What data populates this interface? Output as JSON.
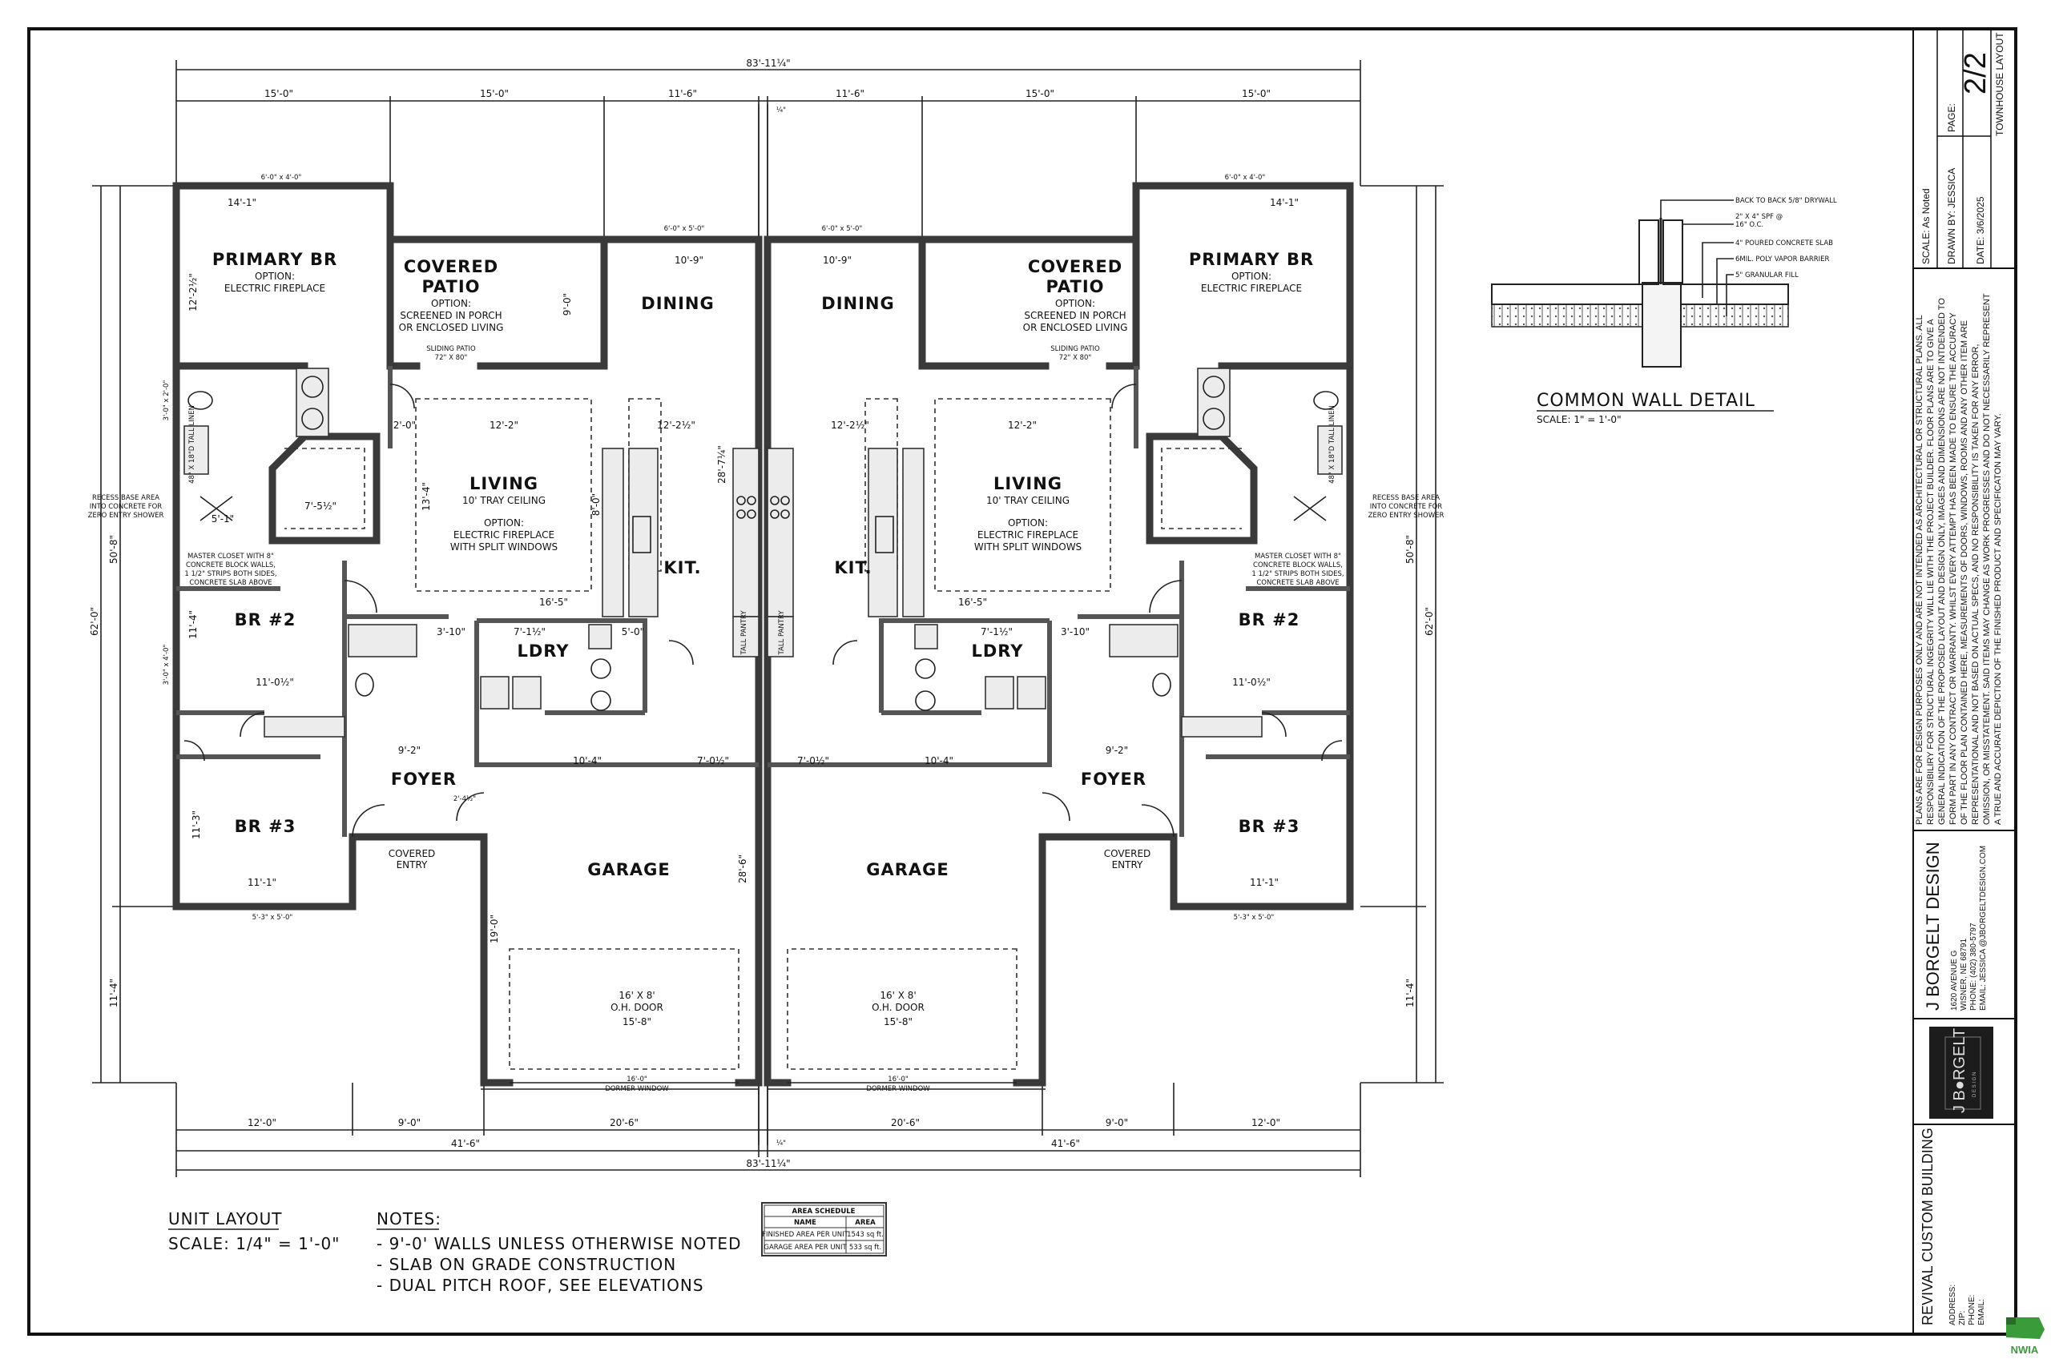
{
  "rooms": {
    "primary_br": "PRIMARY BR",
    "primary_br_option": "OPTION:",
    "primary_br_option_text": "ELECTRIC FIREPLACE",
    "covered_patio_1": "COVERED",
    "covered_patio_2": "PATIO",
    "patio_option": "OPTION:",
    "patio_option_1": "SCREENED IN PORCH",
    "patio_option_2": "OR ENCLOSED LIVING",
    "sliding_patio": "SLIDING PATIO",
    "sliding_patio_size": "72\" X 80\"",
    "dining": "DINING",
    "living": "LIVING",
    "living_ceiling": "10' TRAY CEILING",
    "living_option": "OPTION:",
    "living_option_1": "ELECTRIC FIREPLACE",
    "living_option_2": "WITH SPLIT WINDOWS",
    "kitchen": "KIT.",
    "tall_pantry": "TALL PANTRY",
    "br2": "BR #2",
    "laundry": "LDRY",
    "foyer": "FOYER",
    "br3": "BR #3",
    "covered_entry_1": "COVERED",
    "covered_entry_2": "ENTRY",
    "garage": "GARAGE",
    "oh_door_size": "16' X 8'",
    "oh_door": "O.H. DOOR",
    "oh_door_width": "15'-8\"",
    "dormer_size": "16'-0\"",
    "dormer": "DORMER WINDOW",
    "tall_linen": "48\" X 18\"D TALL LINEN"
  },
  "annotations": {
    "recess_1": "RECESS BASE AREA",
    "recess_2": "INTO CONCRETE FOR",
    "recess_3": "ZERO ENTRY SHOWER",
    "closet_1": "MASTER CLOSET WITH 8\"",
    "closet_2": "CONCRETE BLOCK WALLS,",
    "closet_3": "1 1/2\" STRIPS BOTH SIDES,",
    "closet_4": "CONCRETE SLAB ABOVE"
  },
  "dimensions": {
    "overall": "83'-11¼\"",
    "center": "¼\"",
    "top": [
      "15'-0\"",
      "15'-0\"",
      "11'-6\""
    ],
    "bottom": [
      "12'-0\"",
      "9'-0\"",
      "20'-6\""
    ],
    "half": "41'-6\"",
    "side_total": "62'-0\"",
    "side_main": "50'-8\"",
    "side_garage": "11'-4\"",
    "window_br": "6'-0\" x 4'-0\"",
    "window_dining": "6'-0\" x 5'-0\"",
    "window_bath": "3'-0\" x 2'-0\"",
    "window_br3": "5'-3\" x 5'-0\"",
    "window_side": "3'-0\" x 4'-0\"",
    "primary_w": "14'-1\"",
    "primary_d": "12'-2½\"",
    "patio_d": "9'-0\"",
    "dining_w": "10'-9\"",
    "living_w": "12'-2\"",
    "kit_w": "12'-2½\"",
    "hall": "2'-0\"",
    "depth": "28'-7¼\"",
    "living_d": "13'-4\"",
    "kit_d": "8'-0\"",
    "living_len": "16'-5\"",
    "closet_w": "7'-5½\"",
    "shower": "5'-1\"",
    "bath_hall": "3'-10\"",
    "ldry_w": "7'-1½\"",
    "ldry_d": "5'-0\"",
    "br2_w": "11'-0½\"",
    "br2_d": "11'-4\"",
    "foyer_w": "9'-2\"",
    "garage_w1": "10'-4\"",
    "garage_w2": "7'-0½\"",
    "garage_d": "28'-6\"",
    "garage_d2": "19'-0\"",
    "br3_d": "11'-3\"",
    "br3_w": "11'-1\"",
    "entry": "2'-4½\""
  },
  "unit_layout": {
    "title": "UNIT LAYOUT",
    "scale": "SCALE: 1/4\" = 1'-0\""
  },
  "notes": {
    "title": "NOTES:",
    "items": [
      "- 9'-0' WALLS UNLESS OTHERWISE NOTED",
      "- SLAB ON GRADE CONSTRUCTION",
      "- DUAL PITCH ROOF, SEE ELEVATIONS"
    ]
  },
  "area_schedule": {
    "title": "AREA SCHEDULE",
    "headers": [
      "NAME",
      "AREA"
    ],
    "rows": [
      [
        "FINISHED AREA PER UNIT",
        "1543 sq ft."
      ],
      [
        "GARAGE AREA PER UNIT",
        "533 sq ft."
      ]
    ]
  },
  "common_wall_detail": {
    "title": "COMMON WALL DETAIL",
    "scale": "SCALE: 1\" = 1'-0\"",
    "labels": [
      "BACK TO BACK 5/8\" DRYWALL",
      "2\" X 4\" SPF @",
      "16\" O.C.",
      "4\" POURED CONCRETE SLAB",
      "6MIL. POLY VAPOR BARRIER",
      "5\" GRANULAR FILL"
    ]
  },
  "title_block": {
    "page_label": "PAGE:",
    "page": "2/2",
    "sheet_title": "TOWNHOUSE LAYOUT",
    "scale": "SCALE:   As Noted",
    "drawn_by": "DRAWN BY: JESSICA",
    "date": "DATE:  3/6/2025",
    "disclaimer": [
      "PLANS ARE FOR DESIGN PURPOSES ONLY AND ARE NOT INTENDED AS ARCHITECTURAL OR STRUCTURAL PLANS.  ALL",
      "RESPONSIBILIRY FOR STRUCTURAL INGEGRITY WILL LIE WITH THE PROJECT BUILDER. FLOOR PLANS ARE TO GIVE A",
      "GENERAL INDICATION OF THE PROPOSED LAYOUT AND DESIGN ONLY, IMAGES AND DIMENSIONS ARE NOT INTDENDED TO",
      "FORM PART IN ANY CONTRACT OR WARRANTY. WHILST EVERY ATTEMPT HAS BEEN MADE TO ENSURE THE ACCURACY",
      "OF THE FLOOR PLAN CONTAINED HERE, MEASUREMENTS OF DOORS, WINDOWS, ROOMS AND ANY OTHER ITEM ARE",
      "REPRESENTATIONAL AND NOT BASED ON ACTUAL SPECS, AND NO RESPONSIBILITY IS TAKEN FOR ANY ERROR,",
      "OMISSION, OR MISSTATEMENT. SAID ITEMS MAY CHANGE AS WORK PROGRESSES AND DO NOT NECESSARILY REPRESENT",
      "A TRUE AND ACCURATE DEPICTION OF THE FINISHED PRODUCT AND SPECIFICATON MAY VARY."
    ],
    "designer": "J BORGELT DESIGN",
    "designer_address": "1620 AVENUE G",
    "designer_city": "WISNER, NE 68791",
    "designer_phone": "PHONE: (402) 380-5797",
    "designer_email": "EMAIL: JESSICA @JBORGELTDESIGN.COM",
    "logo_text": "J B●RGELT",
    "logo_sub": "D E S I G N",
    "client": "REVIVAL CUSTOM BUILDING",
    "client_fields": [
      "ADDRESS:",
      "ZIP:",
      "PHONE:",
      "EMAIL:"
    ]
  },
  "watermark": "NWIA",
  "colors": {
    "line": "#222222",
    "wall": "#3a3a3a",
    "logo_bg": "#1c1c1c",
    "nwia_green": "#3a9b3a"
  }
}
